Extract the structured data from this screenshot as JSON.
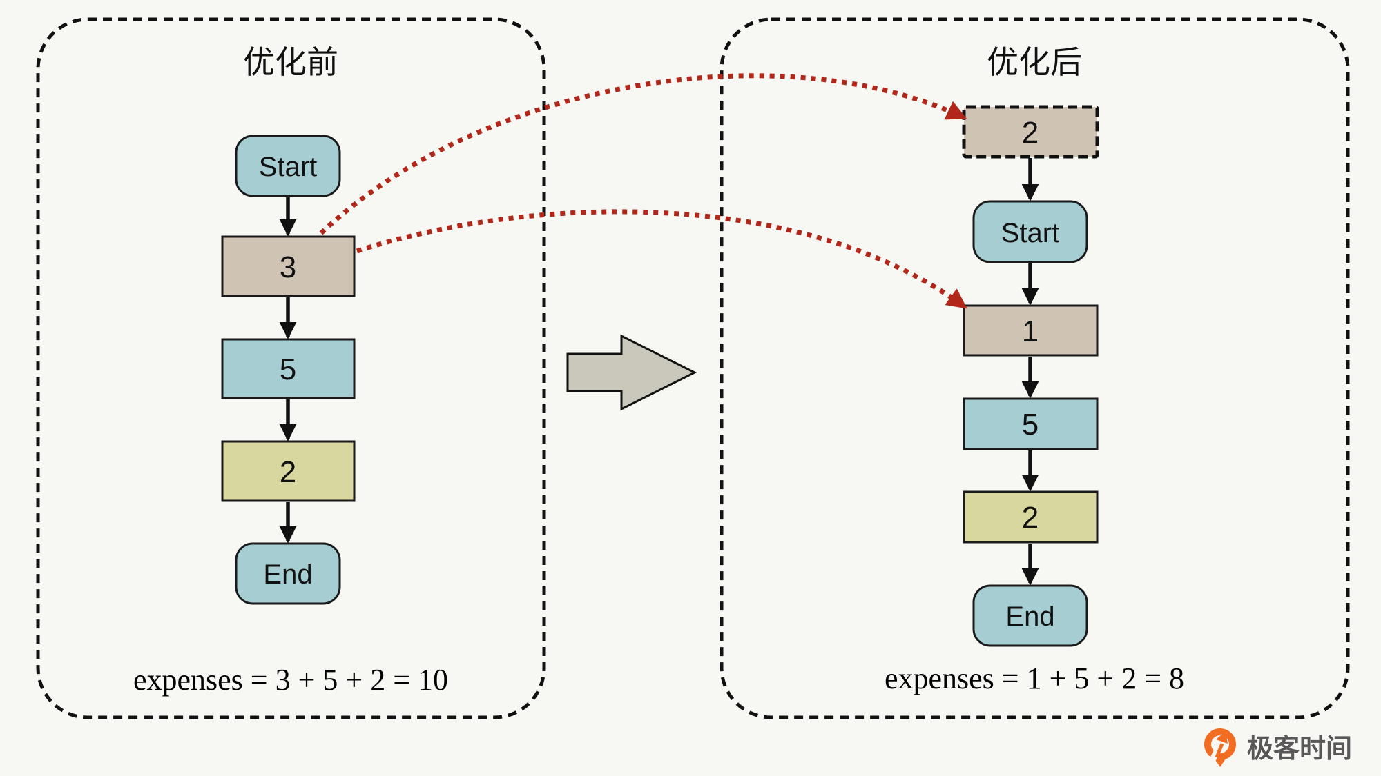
{
  "colors": {
    "background": "#f7f7f4",
    "teal": "#a6cdd1",
    "tan": "#cfc3b4",
    "yellow": "#d8d7a0",
    "block_arrow_gray": "#c9c8ba",
    "red": "#b1271a",
    "black": "#111111",
    "logo_orange": "#f26c21",
    "logo_gray": "#595757"
  },
  "panels": {
    "before": {
      "title": "优化前",
      "nodes": {
        "start": "Start",
        "cost3": "3",
        "cost5": "5",
        "cost2": "2",
        "end": "End"
      },
      "expenses": "expenses = 3 + 5 + 2 = 10"
    },
    "after": {
      "title": "优化后",
      "nodes": {
        "moved2": "2",
        "start": "Start",
        "cost1": "1",
        "cost5": "5",
        "cost2": "2",
        "end": "End"
      },
      "expenses": "expenses = 1 + 5 + 2 = 8"
    }
  },
  "logo": {
    "text": "极客时间"
  }
}
